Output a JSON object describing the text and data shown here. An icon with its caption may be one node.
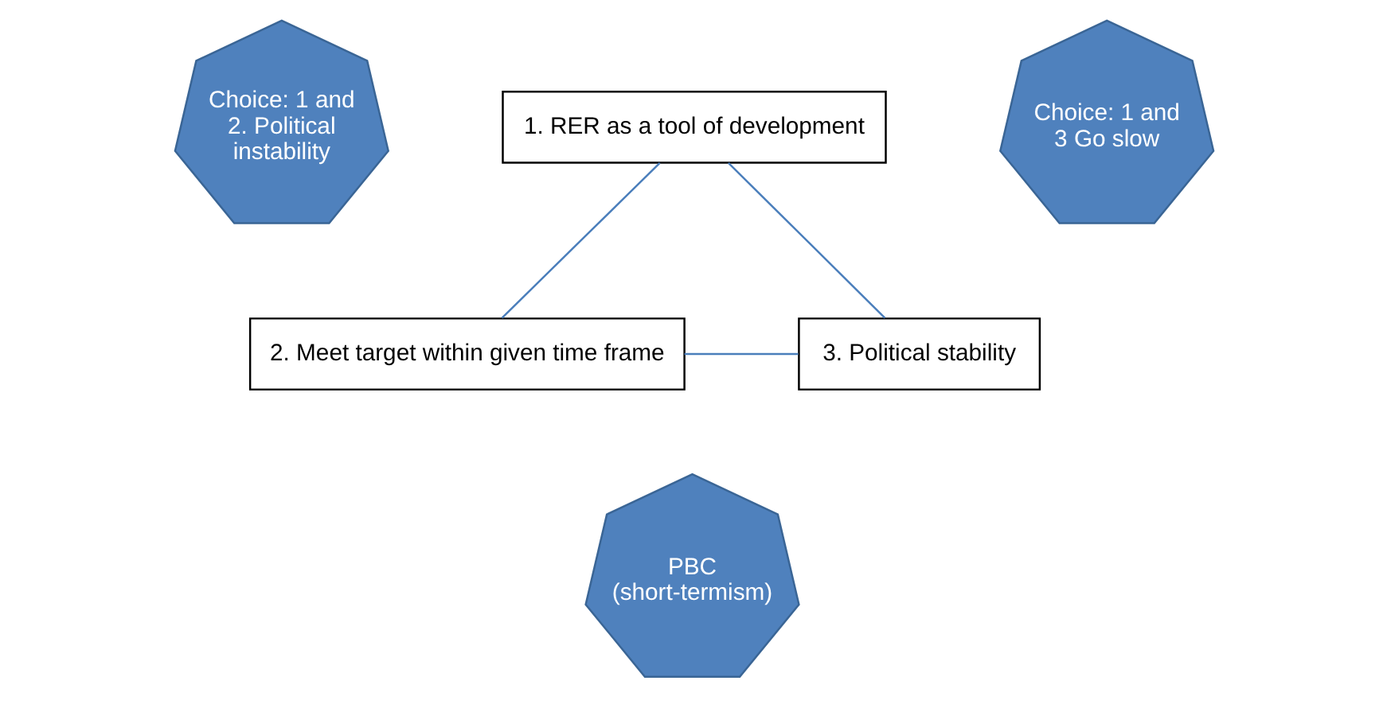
{
  "diagram": {
    "nodes": [
      {
        "text": [
          "Choice: 1 and 2. Political instability"
        ]
      },
      {
        "text": [
          "1. RER as a tool of development"
        ]
      },
      {
        "text": [
          "Choice: 1 and 3 Go slow"
        ]
      },
      {
        "text": [
          "2. Meet target within given time frame"
        ]
      },
      {
        "text": [
          "3. Political stability"
        ]
      },
      {
        "text": [
          "PBC (short-termism)"
        ]
      }
    ],
    "edges": [
      {
        "from": 1,
        "to": 3,
        "arrow": "none"
      },
      {
        "from": 1,
        "to": 4,
        "arrow": "none"
      },
      {
        "from": 3,
        "to": 4,
        "arrow": "none"
      }
    ]
  }
}
